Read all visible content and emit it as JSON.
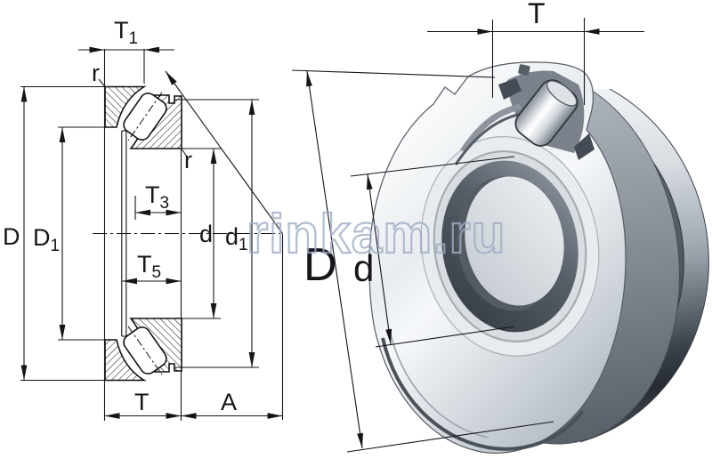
{
  "figure": {
    "description": "Spherical roller thrust bearing: sectional dimension drawing (left) and 3D cutaway rendering (right)"
  },
  "watermark": {
    "text": "rinkam.ru",
    "color": "#9fadc4"
  },
  "colors": {
    "line": "#15151a",
    "watermark_outline": "#9fadc4",
    "metal_light": "#f4f6f8",
    "metal_mid": "#aab2bb",
    "metal_dark": "#2f353d",
    "cage_gray": "#575e67"
  },
  "left_view": {
    "labels": {
      "T1": {
        "base": "T",
        "sub": "1"
      },
      "r_outer": "r",
      "r_inner": "r",
      "T3": {
        "base": "T",
        "sub": "3"
      },
      "T5": {
        "base": "T",
        "sub": "5"
      },
      "D": "D",
      "D1": {
        "base": "D",
        "sub": "1"
      },
      "d": "d",
      "d1": {
        "base": "d",
        "sub": "1"
      },
      "T": "T",
      "A": "A"
    }
  },
  "right_view": {
    "labels": {
      "T": "T",
      "D": "D",
      "d": "d"
    }
  }
}
